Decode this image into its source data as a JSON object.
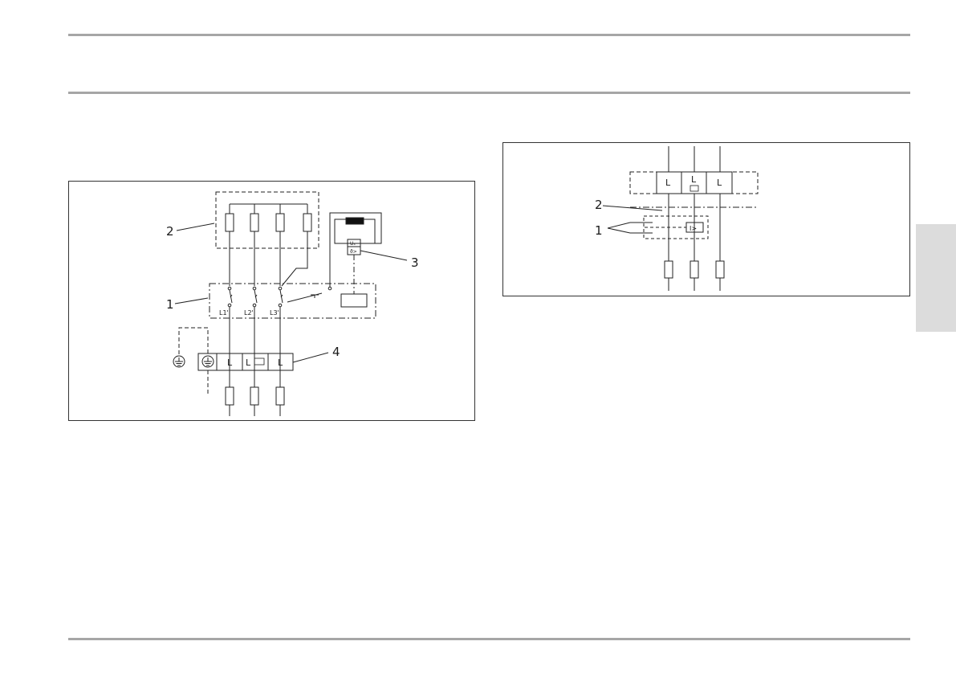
{
  "page": {
    "side_tab_color": "#dcdcdc",
    "rule_color": "#a6a6a6"
  },
  "figure_left": {
    "callouts": {
      "c1": "1",
      "c2": "2",
      "c3": "3",
      "c4": "4"
    },
    "switch_labels": {
      "l1": "L1'",
      "l2": "L2'",
      "l3": "L3'"
    },
    "terminal_labels": {
      "t1": "L",
      "t2": "L",
      "t3": "L"
    },
    "relay_labels": {
      "top": "Uₓ",
      "bottom": "ϑ>"
    }
  },
  "figure_right": {
    "callouts": {
      "c1": "1",
      "c2": "2"
    },
    "terminal_labels": {
      "t1": "L",
      "t2": "L",
      "t3": "L"
    },
    "device_label": "I>"
  }
}
